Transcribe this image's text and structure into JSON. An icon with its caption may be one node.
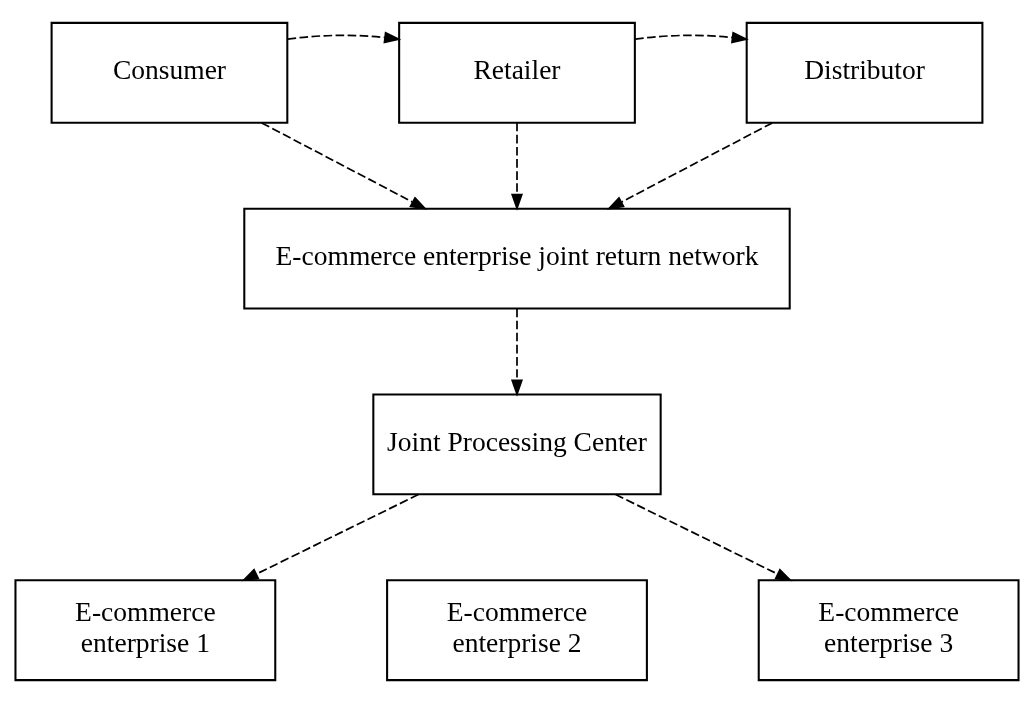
{
  "diagram": {
    "nodes": [
      {
        "text": [
          "Consumer"
        ]
      },
      {
        "text": [
          "Retailer"
        ]
      },
      {
        "text": [
          "Distributor"
        ]
      },
      {
        "text": [
          "E-commerce enterprise joint return network"
        ]
      },
      {
        "text": [
          "Joint Processing Center"
        ]
      },
      {
        "text": [
          "E-commerce enterprise 1"
        ]
      },
      {
        "text": [
          "E-commerce enterprise 2"
        ]
      },
      {
        "text": [
          "E-commerce enterprise 3"
        ]
      }
    ],
    "edges": [
      {
        "from": 0,
        "to": 1,
        "arrow": "to",
        "style": "dashed"
      },
      {
        "from": 1,
        "to": 2,
        "arrow": "to",
        "style": "dashed"
      },
      {
        "from": 0,
        "to": 3,
        "arrow": "to",
        "style": "dashed"
      },
      {
        "from": 1,
        "to": 3,
        "arrow": "to",
        "style": "dashed"
      },
      {
        "from": 2,
        "to": 3,
        "arrow": "to",
        "style": "dashed"
      },
      {
        "from": 3,
        "to": 4,
        "arrow": "to",
        "style": "dashed"
      },
      {
        "from": 4,
        "to": 5,
        "arrow": "to",
        "style": "dashed"
      },
      {
        "from": 4,
        "to": 7,
        "arrow": "to",
        "style": "dashed"
      }
    ]
  }
}
